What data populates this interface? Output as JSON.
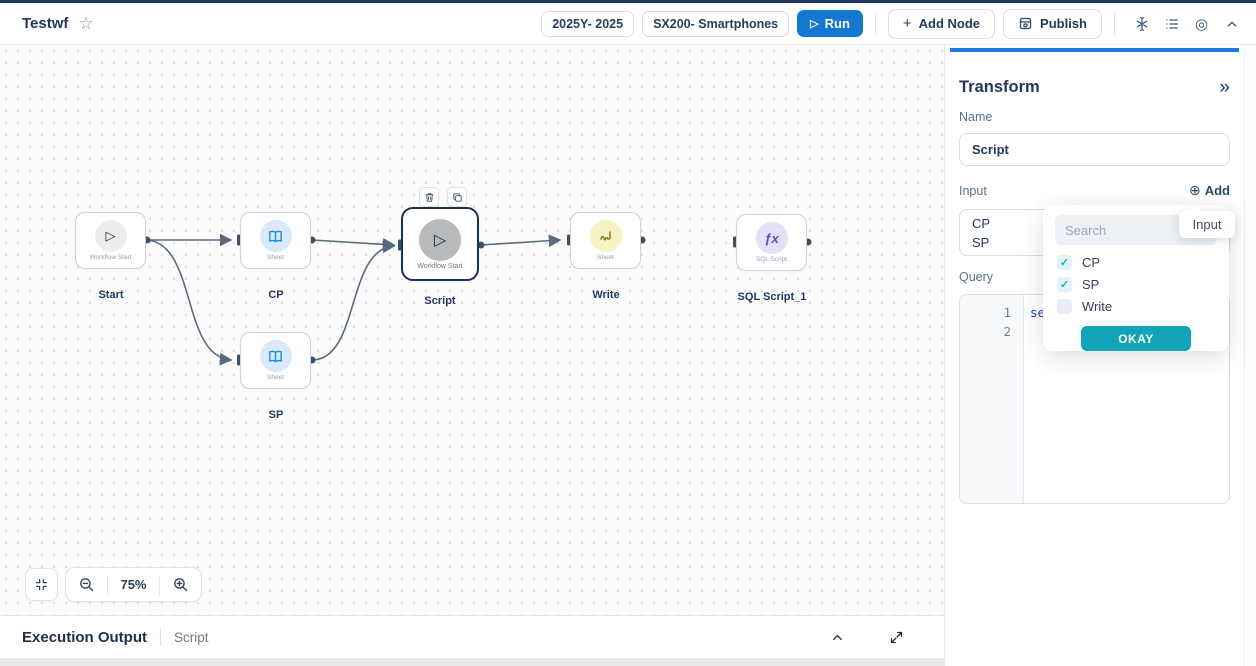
{
  "header": {
    "title": "Testwf",
    "chips": [
      {
        "label": "2025Y- 2025"
      },
      {
        "label": "SX200- Smartphones"
      }
    ],
    "run_label": "Run",
    "add_node_label": "Add Node",
    "publish_label": "Publish",
    "plus_glyph": "+",
    "star_glyph": "☆",
    "play_glyph": "▷",
    "target_glyph": "◎"
  },
  "canvas": {
    "zoom_level": "75%",
    "nodes": [
      {
        "caption": "Workflow Start",
        "label": "Start",
        "type": "start",
        "selected": false
      },
      {
        "caption": "Sheet",
        "label": "CP",
        "type": "sheet",
        "selected": false
      },
      {
        "caption": "Sheet",
        "label": "SP",
        "type": "sheet",
        "selected": false
      },
      {
        "caption": "Workflow Start",
        "label": "Script",
        "type": "script",
        "selected": true
      },
      {
        "caption": "Sheet",
        "label": "Write",
        "type": "write",
        "selected": false
      },
      {
        "caption": "SQL Script",
        "label": "SQL Script_1",
        "type": "sql",
        "selected": false
      }
    ],
    "play_glyph": "▷",
    "fx_glyph": "ƒx"
  },
  "panel": {
    "title": "Transform",
    "collapse_glyph": "»",
    "name_label": "Name",
    "name_value": "Script",
    "input_label": "Input",
    "add_label": "Add",
    "add_plus_glyph": "⊕",
    "input_values": [
      "CP",
      "SP"
    ],
    "query_label": "Query",
    "editor": {
      "line_numbers": [
        "1",
        "2"
      ],
      "code_line1_start": "se",
      "code_line1_end_fragment": "s"
    },
    "dropdown": {
      "search_placeholder": "Search",
      "tooltip": "Input",
      "check_glyph": "✓",
      "options": [
        {
          "label": "CP",
          "checked": true
        },
        {
          "label": "SP",
          "checked": true
        },
        {
          "label": "Write",
          "checked": false
        }
      ],
      "confirm_label": "OKAY"
    }
  },
  "footer": {
    "title": "Execution Output",
    "tab": "Script"
  },
  "colors": {
    "accent_blue": "#1b7de2",
    "run_blue": "#1477d2",
    "teal": "#12a4b6",
    "check_teal": "#16b0c2",
    "navy_text": "#22385c",
    "edge": "#5a6b80",
    "sheet_icon": "#1b8ce2",
    "sql_icon": "#5949c9",
    "write_icon": "#8f7e22"
  }
}
